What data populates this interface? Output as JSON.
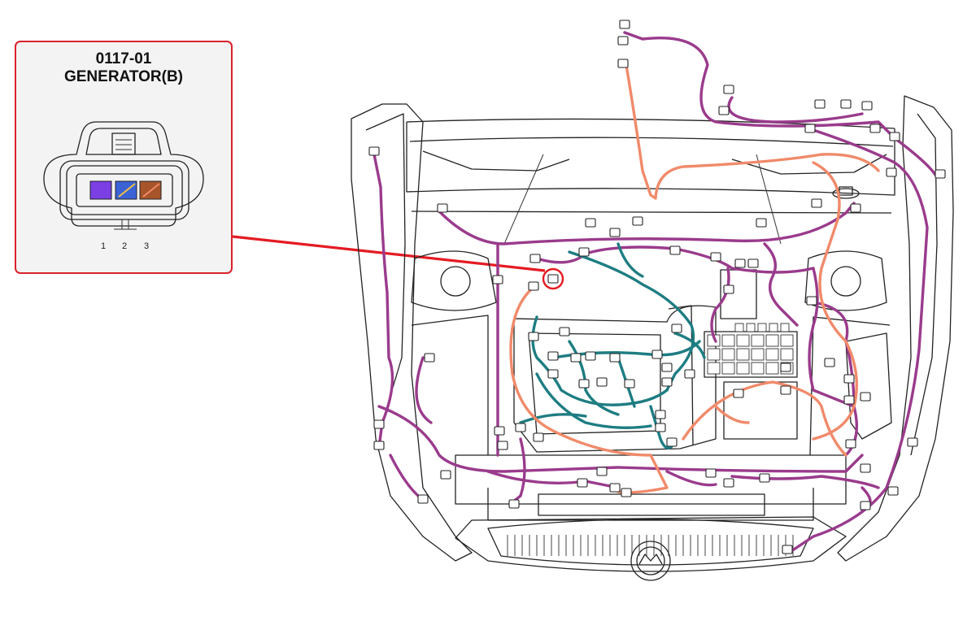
{
  "callout": {
    "code": "0117-01",
    "name": "GENERATOR(B)",
    "pins": [
      {
        "number": "1",
        "color": "#7b3fe4"
      },
      {
        "number": "2",
        "color": "#3b63d6"
      },
      {
        "number": "3",
        "color": "#a8542a"
      }
    ],
    "frame_color": "#d9222b",
    "leader_color": "#e41b23"
  },
  "harness_colors": {
    "main": "#9a3b8c",
    "engine": "#1e7d82",
    "aux": "#f08a6a"
  }
}
